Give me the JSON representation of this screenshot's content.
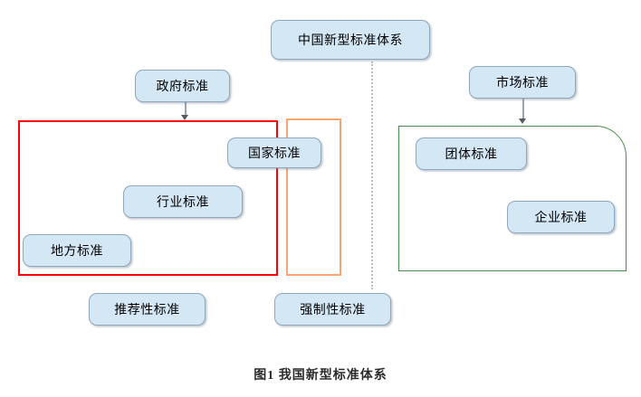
{
  "figure": {
    "caption": "图1  我国新型标准体系",
    "root": {
      "label": "中国新型标准体系"
    },
    "branches": {
      "government": {
        "label": "政府标准"
      },
      "market": {
        "label": "市场标准"
      }
    },
    "nodes": {
      "national": {
        "label": "国家标准"
      },
      "industry": {
        "label": "行业标准"
      },
      "local": {
        "label": "地方标准"
      },
      "association": {
        "label": "团体标准"
      },
      "enterprise": {
        "label": "企业标准"
      }
    },
    "footers": {
      "recommended": {
        "label": "推荐性标准"
      },
      "mandatory": {
        "label": "强制性标准"
      }
    },
    "frames": {
      "recommended_frame": {
        "color": "#fb0007",
        "name": "推荐性标准范围"
      },
      "mandatory_frame": {
        "color": "#f8a572",
        "name": "强制性标准范围"
      },
      "market_frame": {
        "color": "#4a8c4a",
        "name": "市场标准范围"
      }
    },
    "colors": {
      "node_fill": "#d4e7f5",
      "node_border": "#8fa8bb",
      "connector": "#9aa4ac",
      "divider": "#b9bfc4"
    }
  }
}
